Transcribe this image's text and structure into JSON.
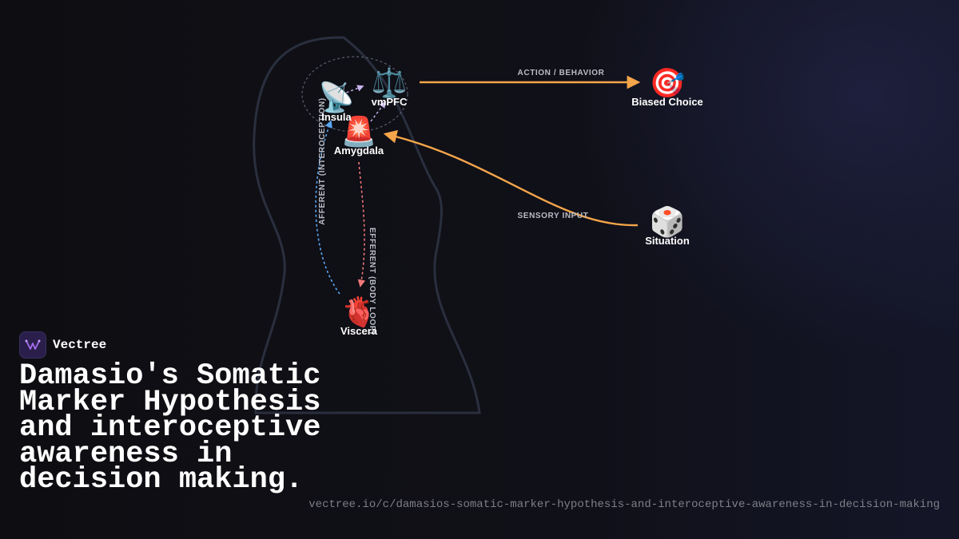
{
  "brand": {
    "name": "Vectree",
    "icon": "vectree-logo-icon"
  },
  "title": "Damasio's Somatic Marker Hypothesis and interoceptive awareness in decision making.",
  "url": "vectree.io/c/damasios-somatic-marker-hypothesis-and-interoceptive-awareness-in-decision-making",
  "colors": {
    "background": "#0e0e12",
    "action_edge": "#f5a54a",
    "afferent_edge": "#5aa6f0",
    "efferent_edge": "#f07878",
    "internal_edge": "#c8b4f0",
    "head_outline": "#2a2f3e"
  },
  "diagram": {
    "nodes": {
      "insula": {
        "label": "Insula",
        "icon": "satellite-dish-icon",
        "glyph": "📡"
      },
      "vmpfc": {
        "label": "vmPFC",
        "icon": "balance-scale-icon",
        "glyph": "⚖️"
      },
      "amygdala": {
        "label": "Amygdala",
        "icon": "siren-light-icon",
        "glyph": "🚨"
      },
      "viscera": {
        "label": "Viscera",
        "icon": "anatomical-heart-icon",
        "glyph": "🫀"
      },
      "biased_choice": {
        "label": "Biased Choice",
        "icon": "target-icon",
        "glyph": "🎯"
      },
      "situation": {
        "label": "Situation",
        "icon": "dice-icon",
        "glyph": "🎲"
      }
    },
    "edges": {
      "action": "ACTION / BEHAVIOR",
      "sensory": "SENSORY INPUT",
      "afferent": "AFFERENT (INTEROCEPTION)",
      "efferent": "EFFERENT (BODY LOOP)"
    }
  }
}
